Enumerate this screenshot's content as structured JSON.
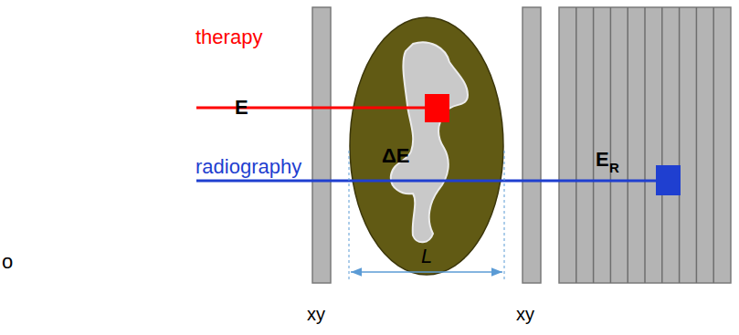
{
  "diagram": {
    "nodes": [
      {
        "text": [
          "ΔE"
        ]
      }
    ],
    "labels": [
      "therapy",
      "radiography",
      "E",
      "E",
      "R",
      "L",
      "xy",
      "xy",
      "o"
    ]
  }
}
